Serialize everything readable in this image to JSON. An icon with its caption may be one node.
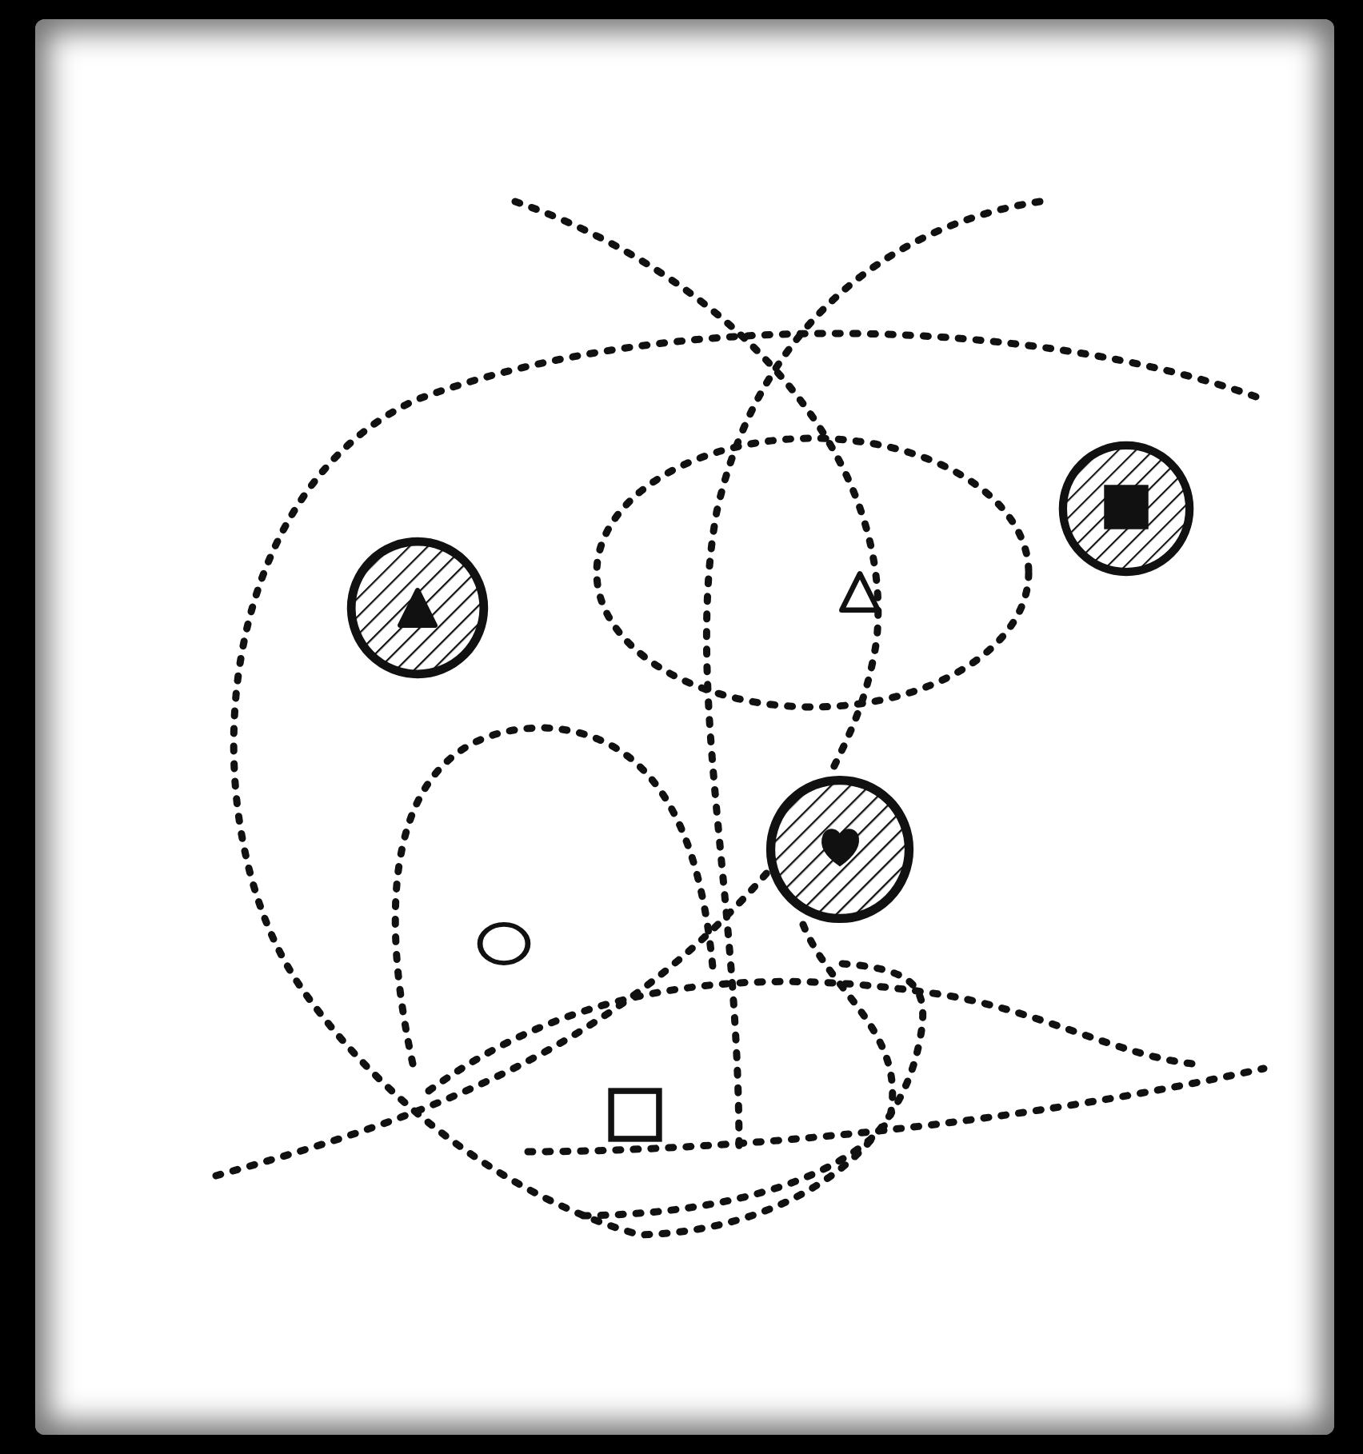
{
  "diagram": {
    "nodes": [
      {
        "text": [],
        "shape": "circle"
      },
      {
        "text": [],
        "shape": "triangle",
        "in": 0
      },
      {
        "text": [],
        "shape": "circle"
      },
      {
        "text": [],
        "shape": "box",
        "in": 2
      },
      {
        "text": [],
        "shape": "circle"
      },
      {
        "text": [],
        "shape": "heart",
        "in": 4
      },
      {
        "text": [],
        "shape": "triangle"
      },
      {
        "text": [],
        "shape": "circle"
      },
      {
        "text": [],
        "shape": "box"
      }
    ]
  }
}
